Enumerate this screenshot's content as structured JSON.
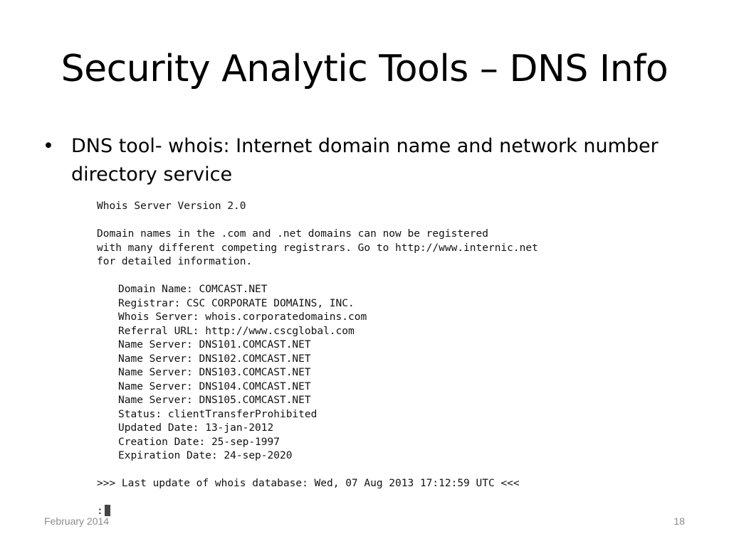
{
  "slide": {
    "title": "Security Analytic Tools – DNS Info",
    "bullet": {
      "marker": "•",
      "text": "DNS tool- whois: Internet domain name and network number directory service"
    }
  },
  "terminal": {
    "header": "Whois Server Version 2.0",
    "notice": [
      "Domain names in the .com and .net domains can now be registered",
      "with many different competing registrars. Go to http://www.internic.net",
      "for detailed information."
    ],
    "record": [
      "Domain Name: COMCAST.NET",
      "Registrar: CSC CORPORATE DOMAINS, INC.",
      "Whois Server: whois.corporatedomains.com",
      "Referral URL: http://www.cscglobal.com",
      "Name Server: DNS101.COMCAST.NET",
      "Name Server: DNS102.COMCAST.NET",
      "Name Server: DNS103.COMCAST.NET",
      "Name Server: DNS104.COMCAST.NET",
      "Name Server: DNS105.COMCAST.NET",
      "Status: clientTransferProhibited",
      "Updated Date: 13-jan-2012",
      "Creation Date: 25-sep-1997",
      "Expiration Date: 24-sep-2020"
    ],
    "last_update": ">>> Last update of whois database: Wed, 07 Aug 2013 17:12:59 UTC <<<",
    "prompt": ":"
  },
  "footer": {
    "date": "February 2014",
    "page_number": "18"
  }
}
